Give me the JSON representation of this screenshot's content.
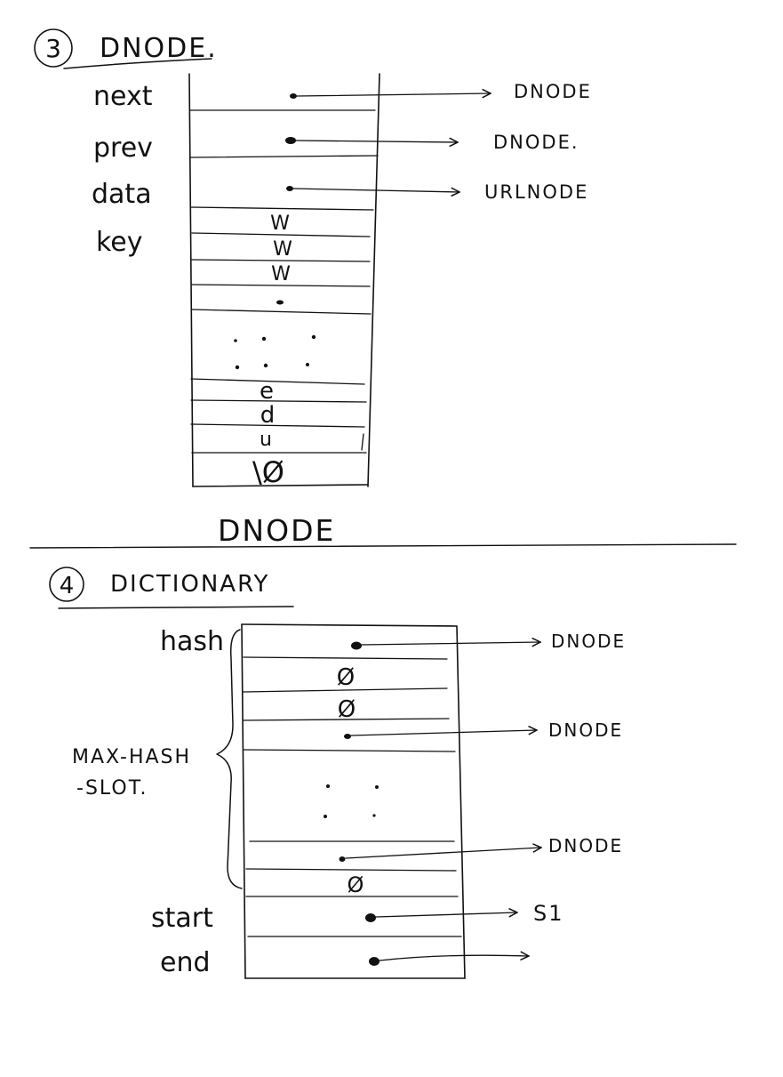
{
  "dnode_section": {
    "number": "3",
    "title": "DNODE.",
    "fields": [
      "next",
      "prev",
      "data",
      "key"
    ],
    "pointer_targets": [
      "DNODE",
      "DNODE.",
      "URLNODE"
    ],
    "key_chars_top": [
      "W",
      "W",
      "W"
    ],
    "key_chars_bottom": [
      "e",
      "d",
      "u",
      "\\Ø"
    ],
    "caption": "DNODE"
  },
  "dictionary_section": {
    "number": "4",
    "title": "DICTIONARY",
    "fields": [
      "hash",
      "start",
      "end"
    ],
    "brace_label_line1": "MAX-HASH",
    "brace_label_line2": "-SLOT.",
    "hash_pointer_targets": [
      "DNODE",
      "DNODE",
      "DNODE"
    ],
    "null_symbol": "Ø",
    "start_target": "S1"
  },
  "colors": {
    "ink": "#111111",
    "paper": "#ffffff"
  }
}
